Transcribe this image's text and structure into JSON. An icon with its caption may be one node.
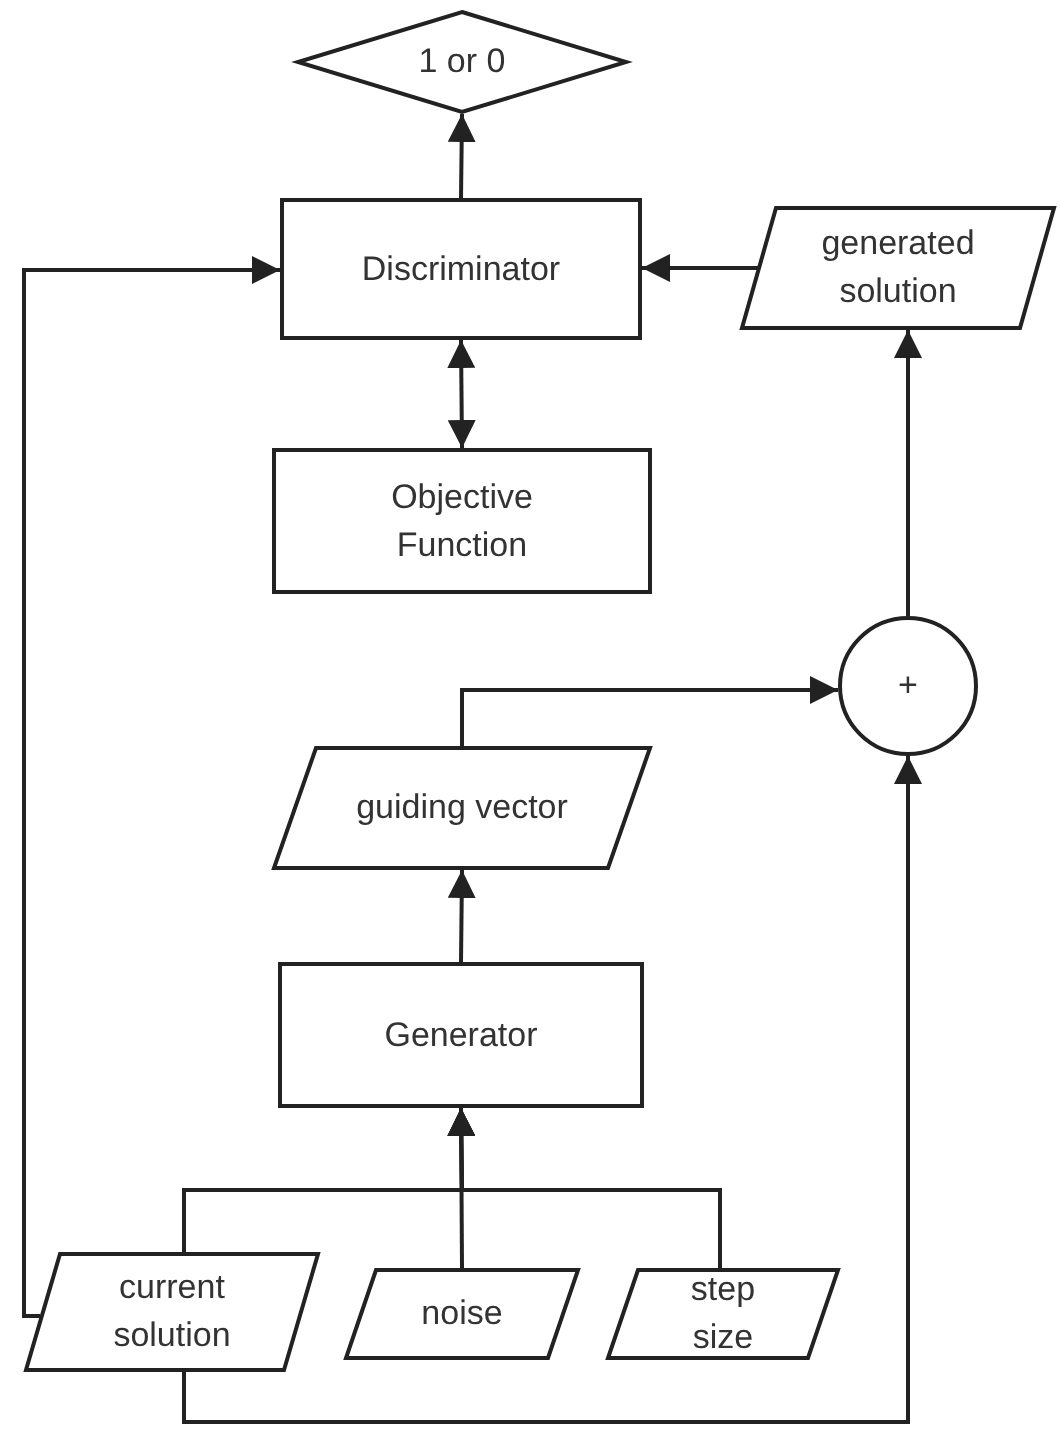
{
  "diagram": {
    "nodes": [
      {
        "text": [
          "1 or 0"
        ]
      },
      {
        "text": [
          "Discriminator"
        ]
      },
      {
        "text": [
          "generated solution"
        ]
      },
      {
        "text": [
          "Objective Function"
        ]
      },
      {
        "text": [
          "+"
        ]
      },
      {
        "text": [
          "guiding vector"
        ]
      },
      {
        "text": [
          "Generator"
        ]
      },
      {
        "text": [
          "current solution"
        ]
      },
      {
        "text": [
          "noise"
        ]
      },
      {
        "text": [
          "step size"
        ]
      }
    ],
    "edges": [
      {
        "from": 1,
        "to": 0,
        "arrow": "to"
      },
      {
        "from": 2,
        "to": 1,
        "arrow": "to"
      },
      {
        "from": 1,
        "to": 3,
        "arrow": "both"
      },
      {
        "from": 4,
        "to": 2,
        "arrow": "to"
      },
      {
        "from": 5,
        "to": 4,
        "arrow": "to"
      },
      {
        "from": 6,
        "to": 5,
        "arrow": "to"
      },
      {
        "from": 7,
        "to": 6,
        "arrow": "to"
      },
      {
        "from": 8,
        "to": 6,
        "arrow": "to"
      },
      {
        "from": 9,
        "to": 6,
        "arrow": "to"
      },
      {
        "from": 7,
        "to": 1,
        "arrow": "to"
      },
      {
        "from": 7,
        "to": 4,
        "arrow": "to"
      }
    ]
  }
}
